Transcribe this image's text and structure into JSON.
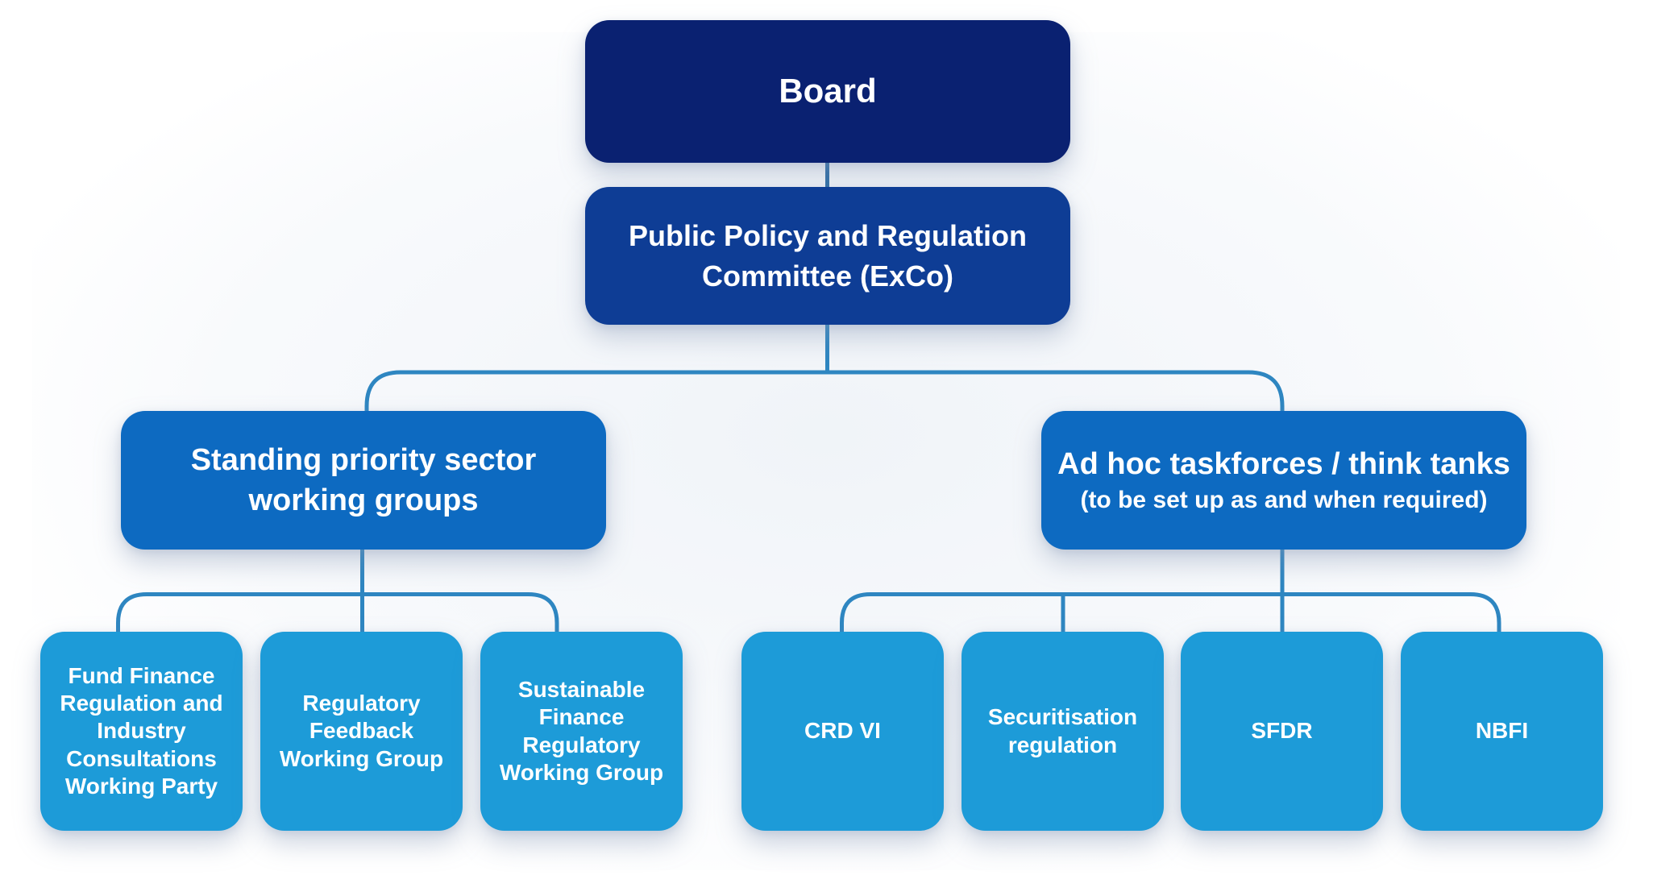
{
  "org": {
    "board_label": "Board",
    "committee_label": "Public Policy and Regulation\nCommittee (ExCo)",
    "standing_label": "Standing priority sector\nworking groups",
    "adhoc_label": "Ad hoc taskforces / think tanks",
    "adhoc_sublabel": "(to be set up as and when required)",
    "standing_children": [
      {
        "label": "Fund Finance\nRegulation and\nIndustry\nConsultations\nWorking Party"
      },
      {
        "label": "Regulatory\nFeedback\nWorking Group"
      },
      {
        "label": "Sustainable\nFinance\nRegulatory\nWorking Group"
      }
    ],
    "adhoc_children": [
      {
        "label": "CRD VI"
      },
      {
        "label": "Securitisation\nregulation"
      },
      {
        "label": "SFDR"
      },
      {
        "label": "NBFI"
      }
    ],
    "colors": {
      "board": "#0A2171",
      "committee": "#0E3D95",
      "branch": "#0D6AC1",
      "leaf": "#1D9BD8",
      "connector": "#2E86C1",
      "connector_dark": "#2D6DA6",
      "text": "#FFFFFF"
    }
  }
}
